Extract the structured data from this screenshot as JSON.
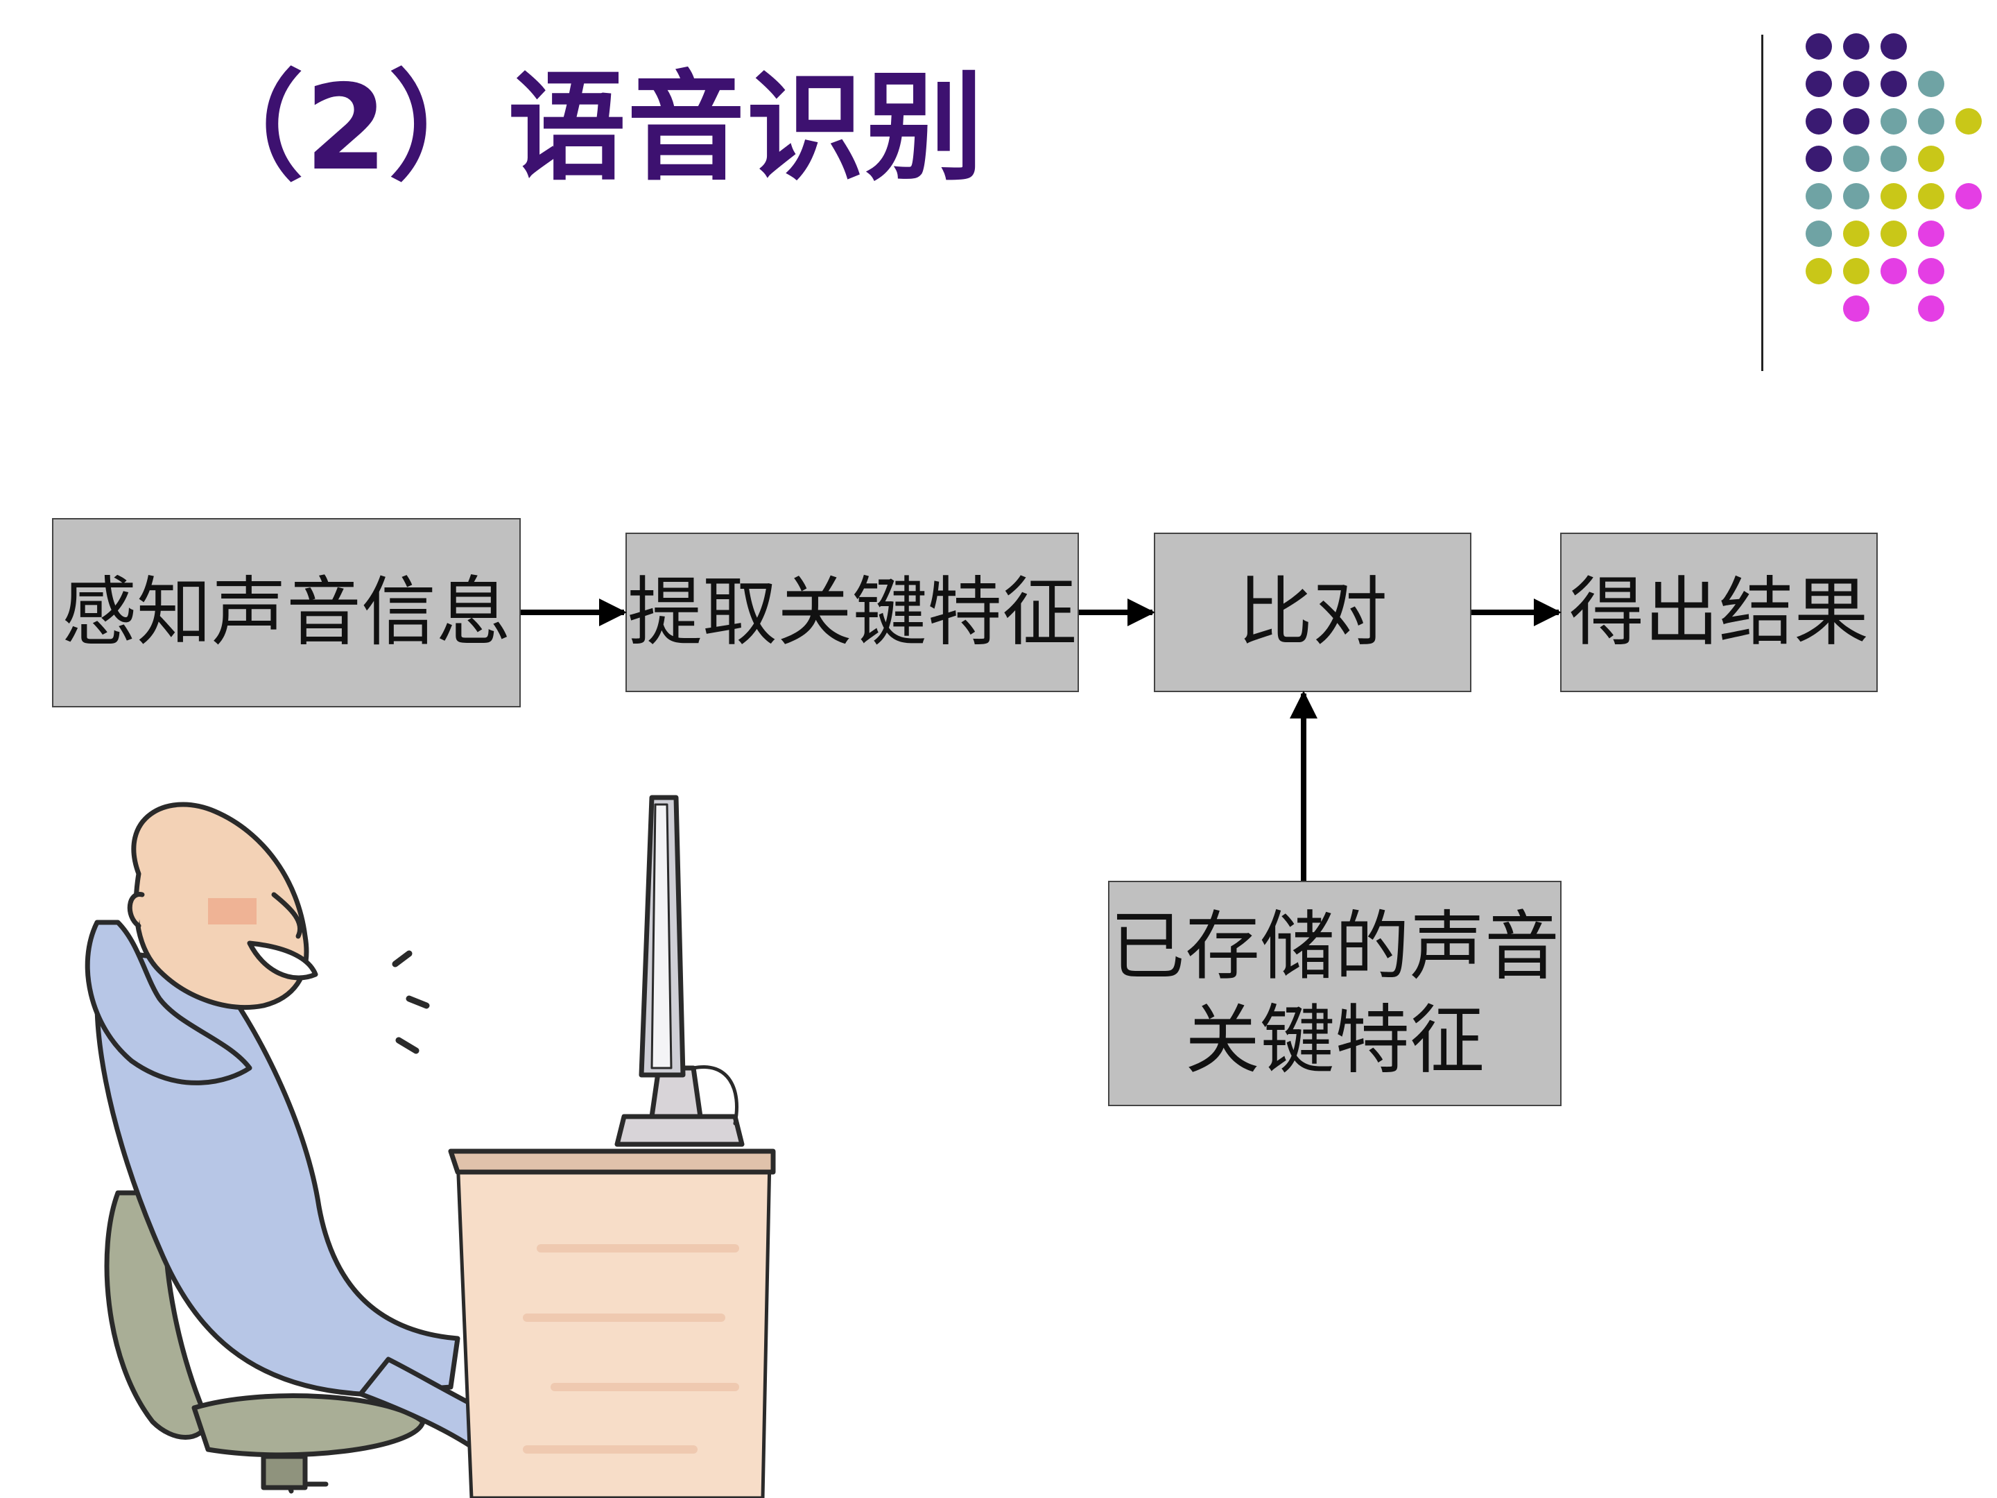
{
  "slide": {
    "title": "（2）语音识别",
    "accent_color": "#3d1170",
    "dot_colors": {
      "purple": "#3a1a72",
      "teal": "#6fa3a4",
      "yellow": "#c9c718",
      "magenta": "#e43ee4"
    }
  },
  "diagram": {
    "nodes": [
      {
        "id": "sense",
        "lines": [
          "感知声音信息"
        ]
      },
      {
        "id": "extract",
        "lines": [
          "提取关键特征"
        ]
      },
      {
        "id": "compare",
        "lines": [
          "比对"
        ]
      },
      {
        "id": "result",
        "lines": [
          "得出结果"
        ]
      },
      {
        "id": "stored",
        "lines": [
          "已存储的声音",
          "关键特征"
        ]
      }
    ],
    "edges": [
      {
        "from": "sense",
        "to": "extract"
      },
      {
        "from": "extract",
        "to": "compare"
      },
      {
        "from": "compare",
        "to": "result"
      },
      {
        "from": "stored",
        "to": "compare"
      }
    ]
  },
  "illustration": {
    "icons": [
      "laughing-man-at-computer-icon"
    ]
  }
}
